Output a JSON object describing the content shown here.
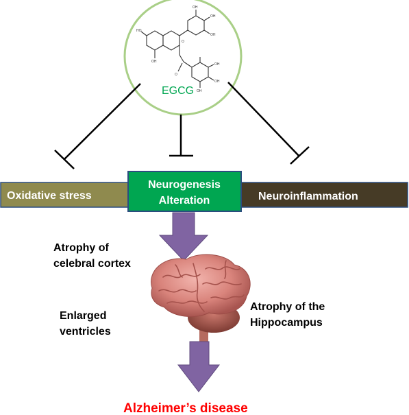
{
  "compound": {
    "name": "EGCG",
    "accent_color": "#00a651",
    "ring_color": "#a9cf87",
    "structure_icon": "molecule-structure-icon"
  },
  "bar": {
    "left": {
      "label": "Oxidative stress",
      "color": "#8f8a4e"
    },
    "center": {
      "line1": "Neurogenesis",
      "line2": "Alteration",
      "color": "#00a651",
      "border": "#2b4d7e"
    },
    "right": {
      "label": "Neuroinflammation",
      "color": "#463b26"
    }
  },
  "arrow_color": "#8064a2",
  "brain_icon": "brain-icon",
  "annotations": {
    "cortex": {
      "line1": "Atrophy of",
      "line2": "celebral cortex"
    },
    "ventricles": {
      "line1": "Enlarged",
      "line2": "ventricles"
    },
    "hippocampus": {
      "line1": "Atrophy of the",
      "line2": "Hippocampus"
    }
  },
  "outcome": {
    "label": "Alzheimer’s disease",
    "color": "#ff0000"
  }
}
